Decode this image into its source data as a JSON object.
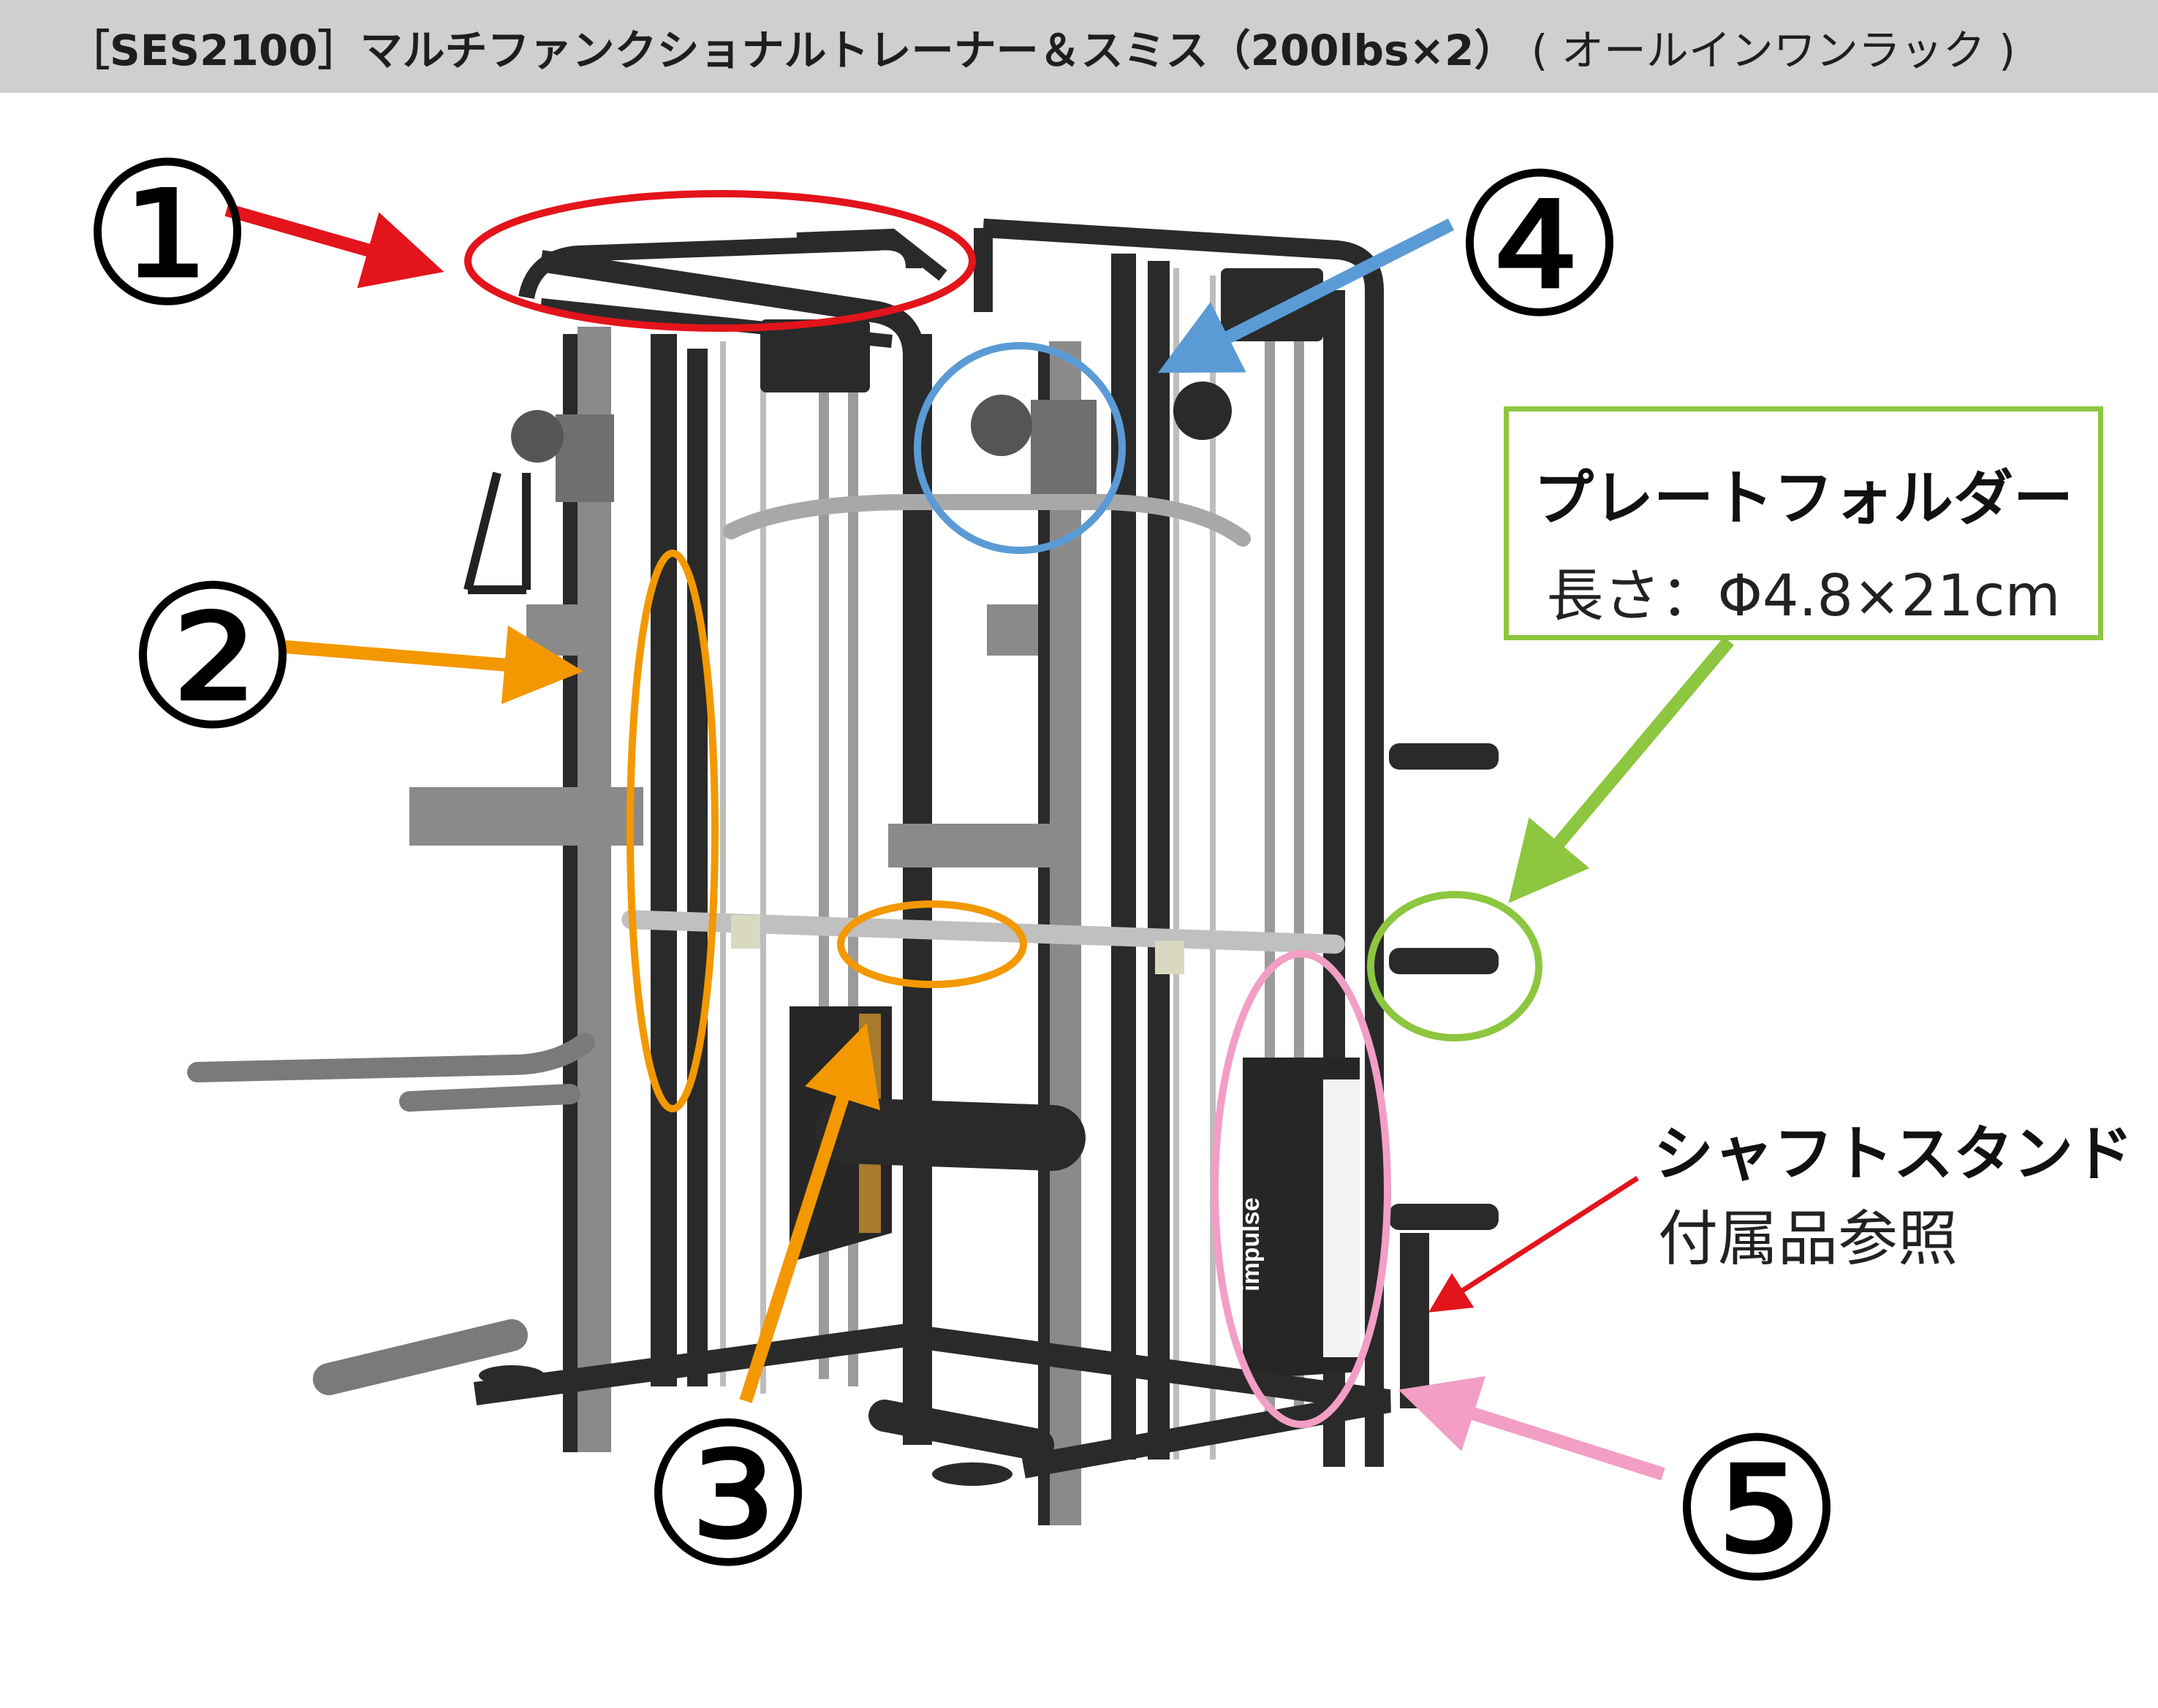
{
  "header": {
    "title": "［SES2100］マルチファンクショナルトレーナー＆スミス（200lbs×2）",
    "subtitle": "( オールインワンラック )"
  },
  "markers": [
    "①",
    "②",
    "③",
    "④",
    "⑤"
  ],
  "plate_holder": {
    "title": "プレートフォルダー",
    "size": "長さ：Φ4.8×21cm"
  },
  "shaft_stand": {
    "title": "シャフトスタンド",
    "note": "付属品参照"
  },
  "brand_label": "impulse",
  "colors": {
    "marker_1": "#e3141b",
    "marker_2": "#f39800",
    "marker_3": "#f39800",
    "marker_4": "#5b9bd5",
    "marker_5": "#f29ec5",
    "plate_holder": "#8dc63f",
    "shaft_stand": "#e3141b",
    "frame": "#2a2a2a",
    "upright": "#8a8a8a",
    "title_bar": "#cfcfcf"
  }
}
